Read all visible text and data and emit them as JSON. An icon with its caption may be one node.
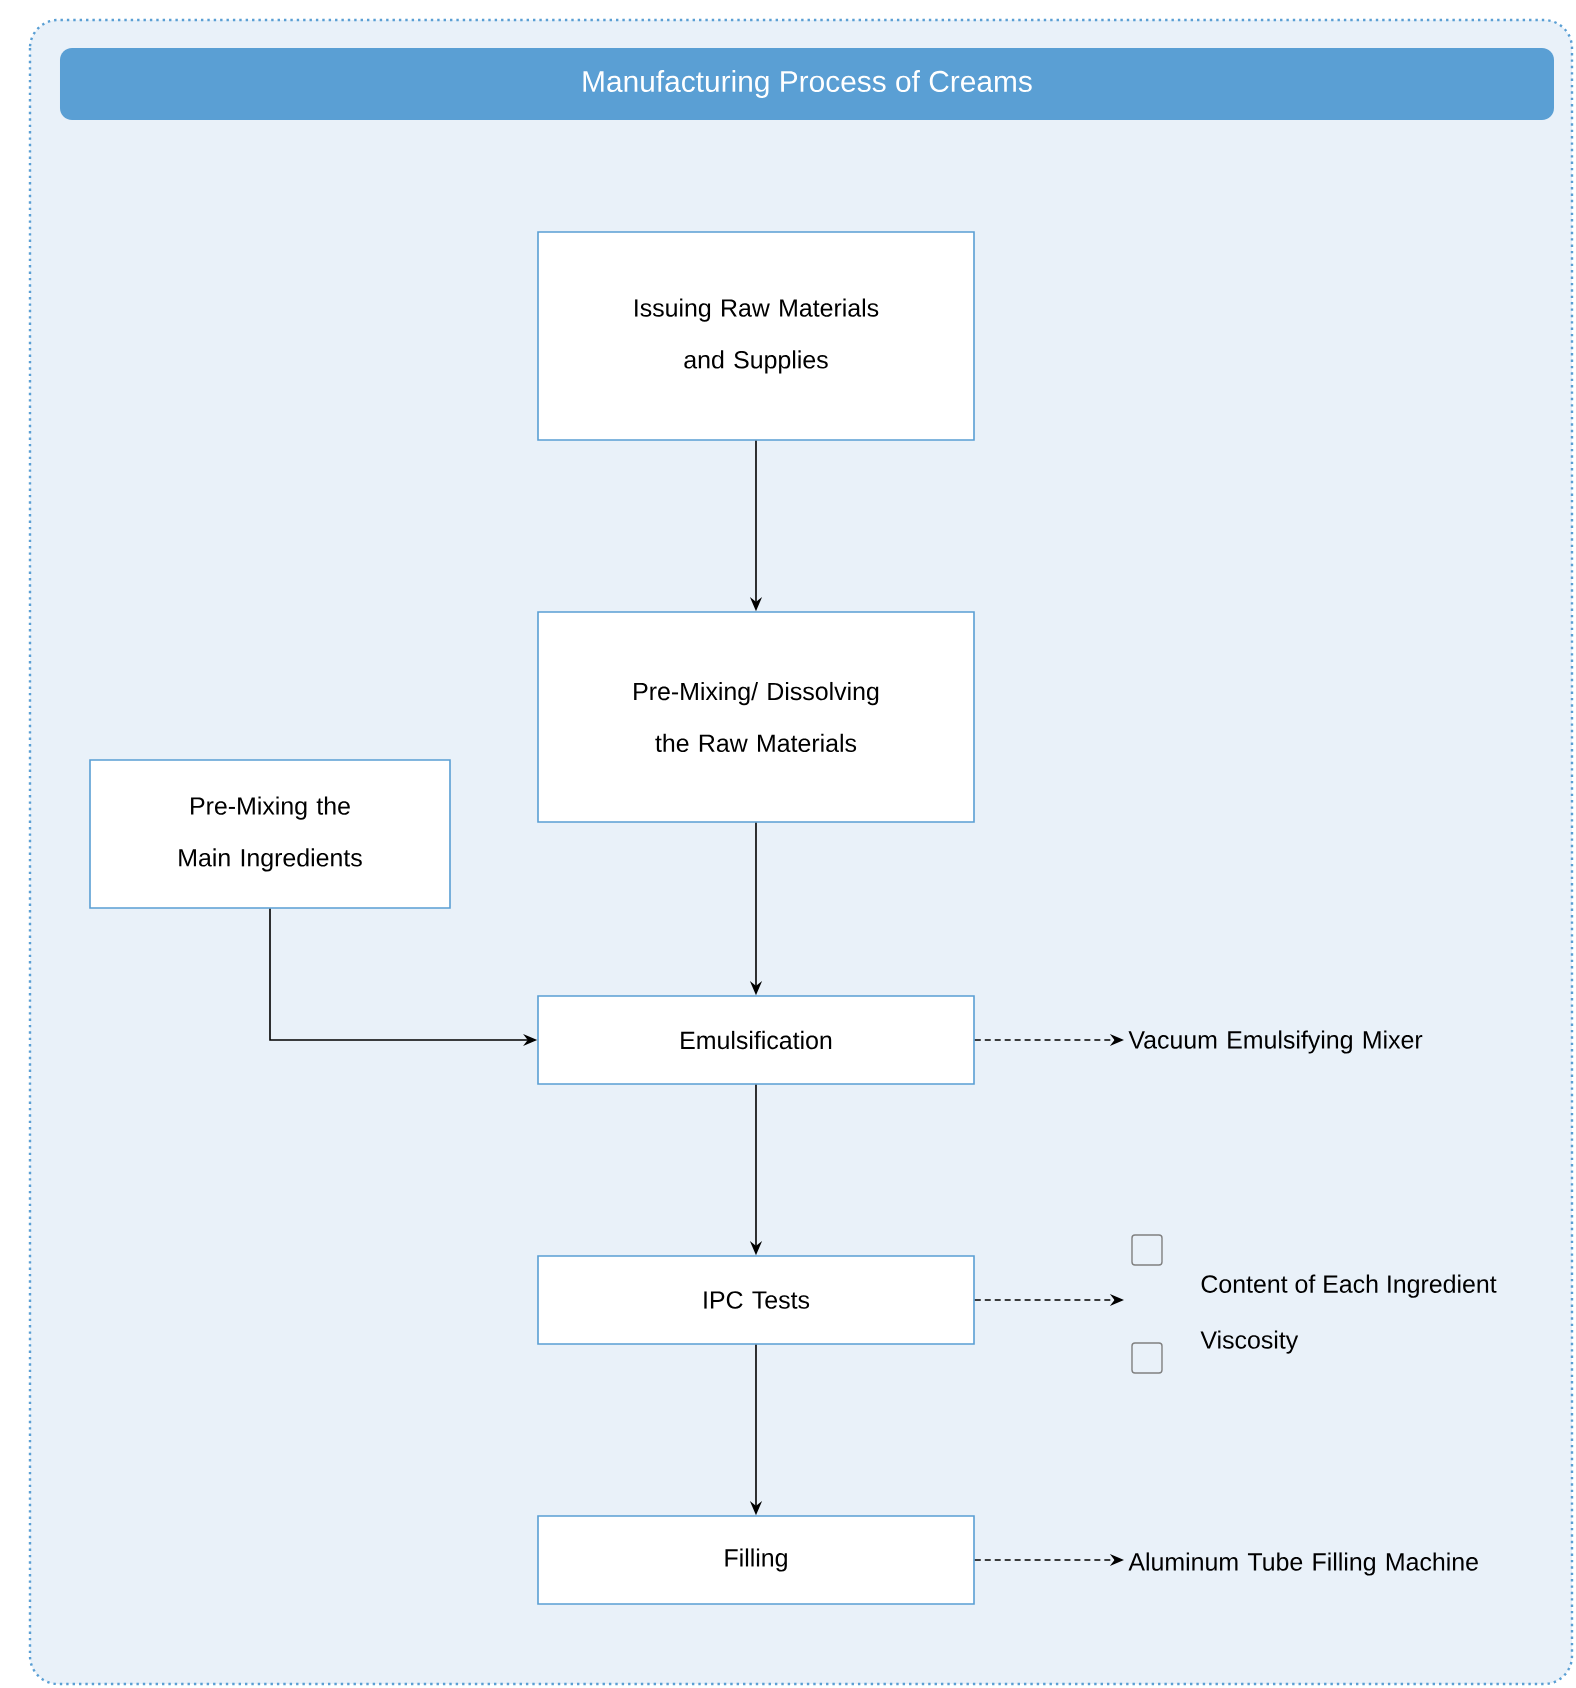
{
  "diagram": {
    "title": "Manufacturing Process of Creams",
    "nodes": [
      {
        "text": [
          "Issuing Raw Materials and Supplies"
        ]
      },
      {
        "text": [
          "Pre-Mixing/ Dissolving the Raw Materials"
        ]
      },
      {
        "text": [
          "Pre-Mixing the Main Ingredients"
        ]
      },
      {
        "text": [
          "Emulsification"
        ]
      },
      {
        "text": [
          "Vacuum Emulsifying Mixer"
        ]
      },
      {
        "text": [
          "IPC Tests"
        ]
      },
      {
        "text": [
          "Content of Each Ingredient",
          "Viscosity"
        ]
      },
      {
        "text": [
          "Filling"
        ]
      },
      {
        "text": [
          "Aluminum Tube Filling Machine"
        ]
      }
    ],
    "edges": [
      {
        "from": 0,
        "to": 1,
        "arrow": "to"
      },
      {
        "from": 1,
        "to": 3,
        "arrow": "to"
      },
      {
        "from": 2,
        "to": 3,
        "arrow": "to"
      },
      {
        "from": 3,
        "to": 4,
        "arrow": "to",
        "style": "dashed"
      },
      {
        "from": 3,
        "to": 5,
        "arrow": "to"
      },
      {
        "from": 5,
        "to": 6,
        "arrow": "to",
        "style": "dashed"
      },
      {
        "from": 5,
        "to": 7,
        "arrow": "to"
      },
      {
        "from": 7,
        "to": 8,
        "arrow": "to",
        "style": "dashed"
      }
    ]
  }
}
